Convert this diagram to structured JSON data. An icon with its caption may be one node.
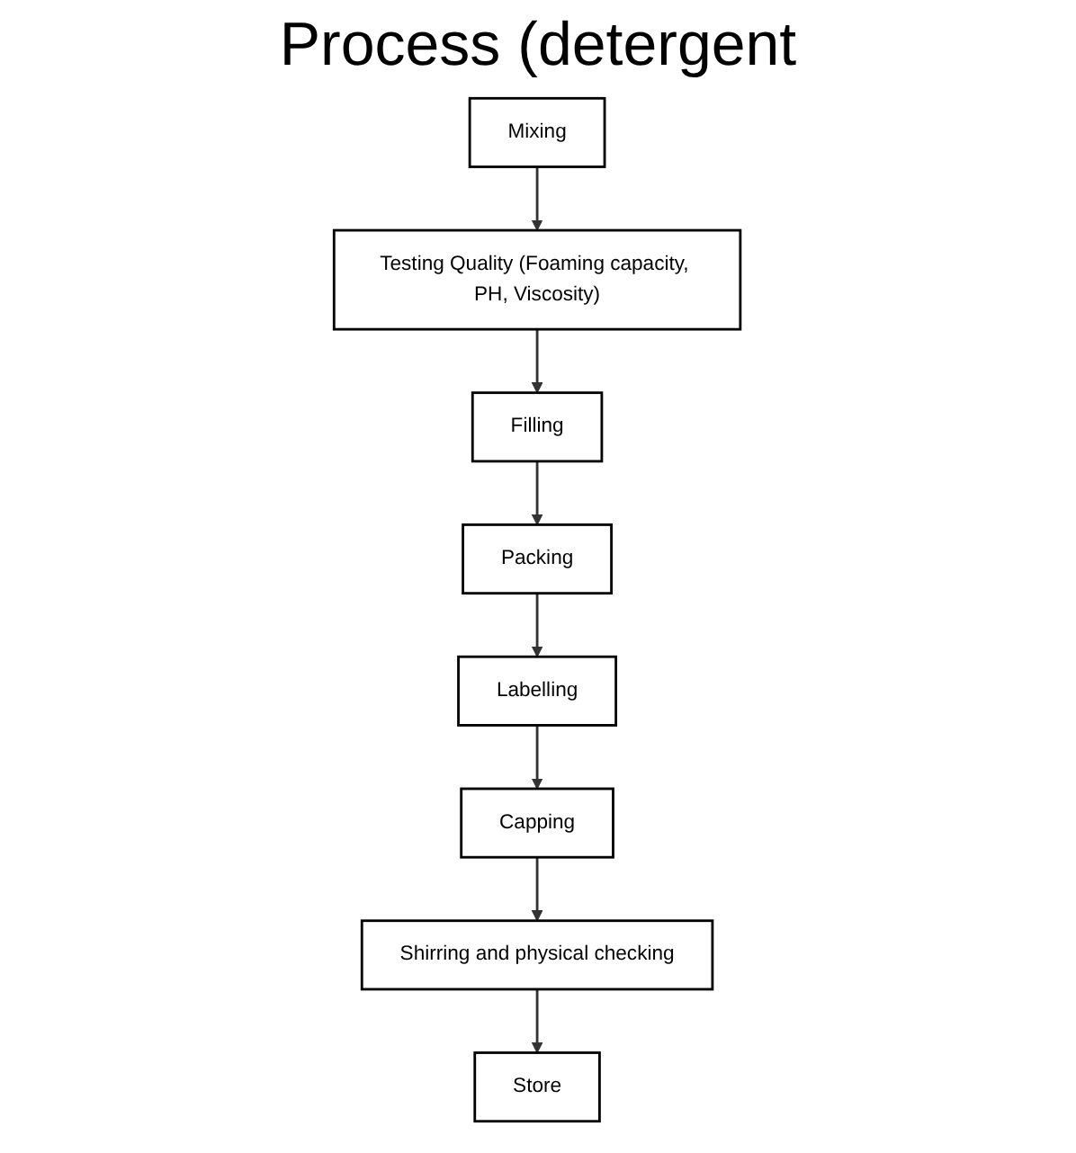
{
  "diagram": {
    "title": "Process (detergent",
    "nodes": [
      {
        "text": [
          "Mixing"
        ]
      },
      {
        "text": [
          "Testing Quality (Foaming capacity, PH, Viscosity)"
        ]
      },
      {
        "text": [
          "Filling"
        ]
      },
      {
        "text": [
          "Packing"
        ]
      },
      {
        "text": [
          "Labelling"
        ]
      },
      {
        "text": [
          "Capping"
        ]
      },
      {
        "text": [
          "Shirring and physical checking"
        ]
      },
      {
        "text": [
          "Store"
        ]
      }
    ],
    "edges": [
      {
        "from": 0,
        "to": 1,
        "arrow": "to"
      },
      {
        "from": 1,
        "to": 2,
        "arrow": "to"
      },
      {
        "from": 2,
        "to": 3,
        "arrow": "to"
      },
      {
        "from": 3,
        "to": 4,
        "arrow": "to"
      },
      {
        "from": 4,
        "to": 5,
        "arrow": "to"
      },
      {
        "from": 5,
        "to": 6,
        "arrow": "to"
      },
      {
        "from": 6,
        "to": 7,
        "arrow": "to"
      }
    ]
  }
}
